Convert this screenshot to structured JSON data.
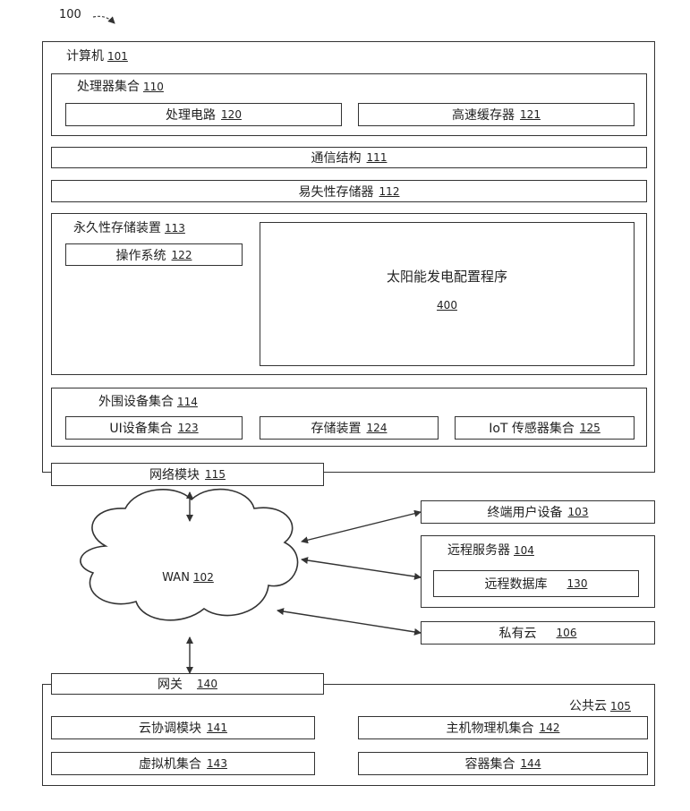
{
  "figure": {
    "ref": "100"
  },
  "computer": {
    "title": "计算机",
    "num": "101",
    "processor_set": {
      "title": "处理器集合",
      "num": "110",
      "circuitry": {
        "label": "处理电路",
        "num": "120"
      },
      "cache": {
        "label": "高速缓存器",
        "num": "121"
      }
    },
    "comm_fabric": {
      "label": "通信结构",
      "num": "111"
    },
    "volatile_memory": {
      "label": "易失性存储器",
      "num": "112"
    },
    "persistent_storage": {
      "title": "永久性存储装置",
      "num": "113",
      "os": {
        "label": "操作系统",
        "num": "122"
      },
      "program": {
        "label": "太阳能发电配置程序",
        "num": "400"
      }
    },
    "peripheral_set": {
      "title": "外围设备集合",
      "num": "114",
      "ui": {
        "label": "UI设备集合",
        "num": "123"
      },
      "storage": {
        "label": "存储装置",
        "num": "124"
      },
      "iot": {
        "label": "IoT 传感器集合",
        "num": "125"
      }
    },
    "network_module": {
      "label": "网络模块",
      "num": "115"
    }
  },
  "wan": {
    "label": "WAN",
    "num": "102"
  },
  "end_user_device": {
    "label": "终端用户设备",
    "num": "103"
  },
  "remote_server": {
    "title": "远程服务器",
    "num": "104",
    "remote_db": {
      "label": "远程数据库",
      "num": "130"
    }
  },
  "private_cloud": {
    "label": "私有云",
    "num": "106"
  },
  "gateway": {
    "label": "网关",
    "num": "140"
  },
  "public_cloud": {
    "title": "公共云",
    "num": "105",
    "orchestration": {
      "label": "云协调模块",
      "num": "141"
    },
    "host_set": {
      "label": "主机物理机集合",
      "num": "142"
    },
    "vm_set": {
      "label": "虚拟机集合",
      "num": "143"
    },
    "container_set": {
      "label": "容器集合",
      "num": "144"
    }
  }
}
